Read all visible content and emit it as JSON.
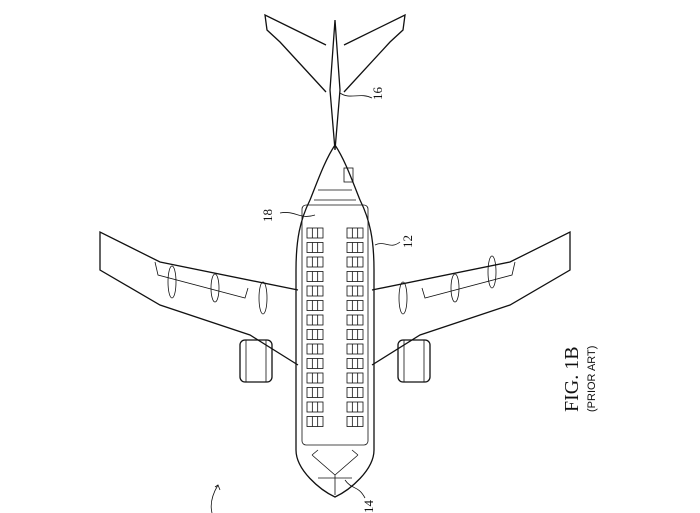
{
  "figure": {
    "title": "FIG. 1B",
    "subtitle": "(PRIOR ART)"
  },
  "labels": {
    "fuselage": "12",
    "nose": "14",
    "tail": "16",
    "cabin": "18"
  },
  "cabin_layout": {
    "seat_rows": 14,
    "seats_per_side": 3
  }
}
